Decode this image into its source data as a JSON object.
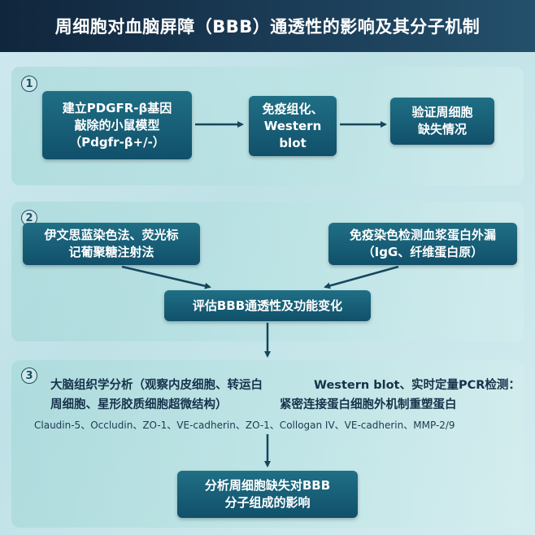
{
  "title": "周细胞对血脑屏障（BBB）通透性的影响及其分子机制",
  "steps": [
    {
      "number": "1",
      "boxes": {
        "model": [
          "建立PDGFR-β基因",
          "敲除的小鼠模型",
          "（Pdgfr-β+/-）"
        ],
        "methods": [
          "免疫组化、",
          "Western",
          "blot"
        ],
        "verify": [
          "验证周细胞",
          "缺失情况"
        ]
      }
    },
    {
      "number": "2",
      "boxes": {
        "dye": [
          "伊文思蓝染色法、荧光标",
          "记葡聚糖注射法"
        ],
        "immuno": [
          "免疫染色检测血浆蛋白外漏",
          "（IgG、纤维蛋白原）"
        ],
        "evaluate": [
          "评估BBB通透性及功能变化"
        ]
      }
    },
    {
      "number": "3",
      "text": {
        "line1a": "大脑组织学分析（观察内皮细胞、转运白",
        "line1b": "Western blot、实时定量PCR检测：",
        "line2a": "周细胞、星形胶质细胞超微结构）",
        "line2b": "紧密连接蛋白细胞外机制重塑蛋白",
        "line3": "Claudin-5、Occludin、ZO-1、VE-cadherin、ZO-1、Collogan IV、VE-cadherin、MMP-2/9"
      },
      "boxes": {
        "result": [
          "分析周细胞缺失对BBB",
          "分子组成的影响"
        ]
      }
    }
  ],
  "colors": {
    "title_bg": "#10263c",
    "box_bg": "#11506a",
    "arrow": "#15465c",
    "panel_bg": "#bfe2e2"
  }
}
